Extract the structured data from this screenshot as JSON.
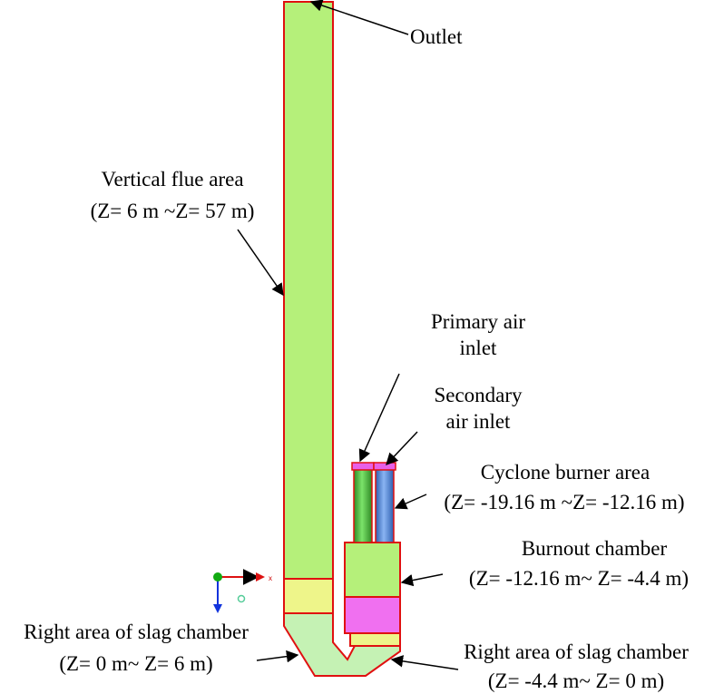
{
  "labels": {
    "outlet": "Outlet",
    "vertical_flue": {
      "line1": "Vertical flue area",
      "line2": "(Z= 6 m ~Z= 57 m)"
    },
    "primary_air": {
      "line1": "Primary air",
      "line2": "inlet"
    },
    "secondary_air": {
      "line1": "Secondary",
      "line2": "air inlet"
    },
    "cyclone_burner": {
      "line1": "Cyclone burner area",
      "line2": "(Z= -19.16 m ~Z= -12.16 m)"
    },
    "burnout_chamber": {
      "line1": "Burnout chamber",
      "line2": "(Z= -12.16 m~ Z= -4.4 m)"
    },
    "slag_left": {
      "line1": "Right area of slag chamber",
      "line2": "(Z= 0 m~ Z= 6 m)"
    },
    "slag_right": {
      "line1": "Right area of slag chamber",
      "line2": "(Z= -4.4 m~ Z= 0 m)"
    }
  },
  "axis": {
    "x_label": "x"
  },
  "colors": {
    "outline": "#e01010",
    "flue_fill": "#b5f07a",
    "lower_band_fill": "#eef58a",
    "slag_fill": "#c5f2b4",
    "burnout_fill": "#b5f07a",
    "magenta_band": "#f070f0",
    "primary_pipe": "#55cc44",
    "secondary_pipe": "#5b8fe0",
    "axis_x": "#dd1111",
    "axis_z": "#1133dd",
    "axis_origin": "#11aa11"
  }
}
